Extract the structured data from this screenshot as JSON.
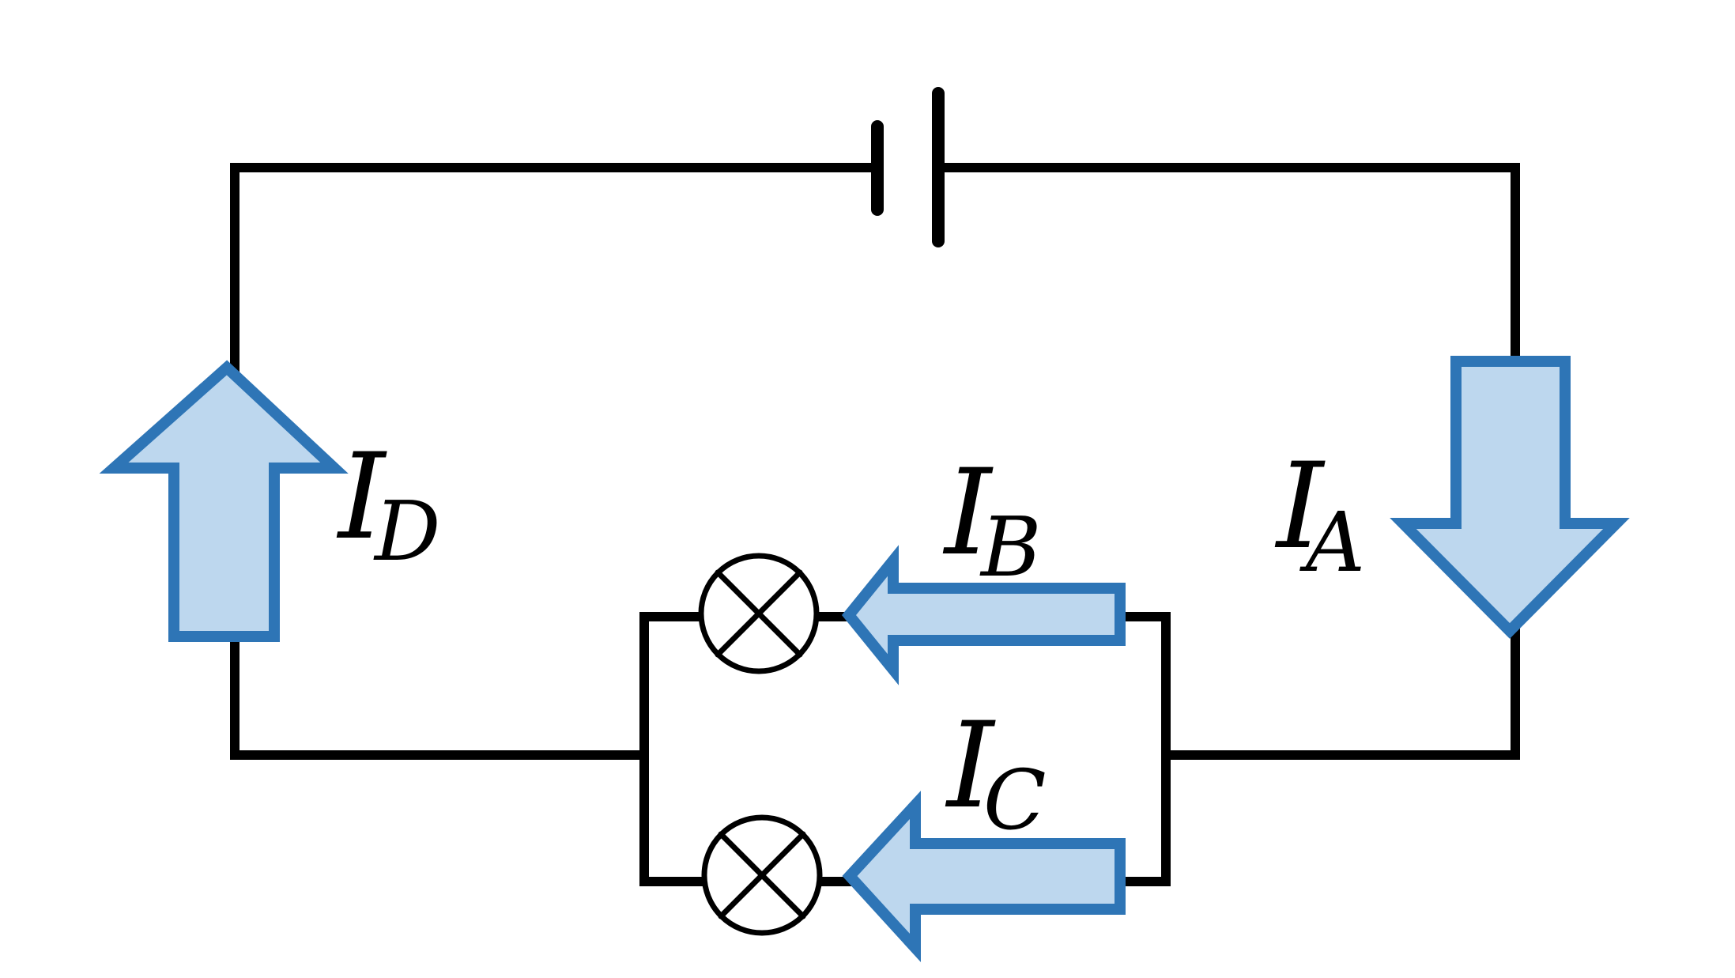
{
  "colors": {
    "wire": "#000000",
    "arrow_fill": "#bdd7ee",
    "arrow_stroke": "#2e75b6",
    "background": "#ffffff"
  },
  "labels": {
    "i_a": {
      "main": "I",
      "sub": "A"
    },
    "i_b": {
      "main": "I",
      "sub": "B"
    },
    "i_c": {
      "main": "I",
      "sub": "C"
    },
    "i_d": {
      "main": "I",
      "sub": "D"
    }
  }
}
